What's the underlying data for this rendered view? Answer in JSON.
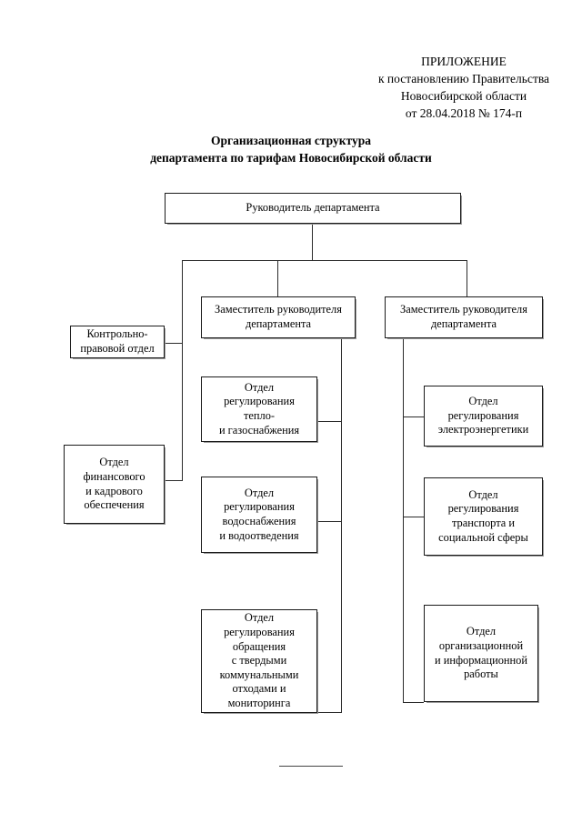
{
  "header": {
    "lines": [
      "ПРИЛОЖЕНИЕ",
      "к постановлению Правительства",
      "Новосибирской области",
      "от 28.04.2018  № 174-п"
    ]
  },
  "title": {
    "line1": "Организационная структура",
    "line2": "департамента по тарифам Новосибирской области"
  },
  "chart_data": {
    "type": "diagram",
    "title": "Организационная структура департамента по тарифам Новосибирской области",
    "nodes": {
      "root": "Руководитель департамента",
      "deputy_left": "Заместитель руководителя департамента",
      "deputy_right": "Заместитель руководителя департамента",
      "left_1": "Контрольно-правовой отдел",
      "left_2": "Отдел финансового и кадрового обеспечения",
      "center_1": "Отдел регулирования тепло- и газоснабжения",
      "center_2": "Отдел регулирования водоснабжения и водоотведения",
      "center_3": "Отдел регулирования обращения с твердыми коммунальными отходами и мониторинга",
      "right_1": "Отдел регулирования электроэнергетики",
      "right_2": "Отдел регулирования транспорта и социальной сферы",
      "right_3": "Отдел организационной и информационной работы"
    },
    "node_lines": {
      "root": [
        "Руководитель департамента"
      ],
      "deputy_left": [
        "Заместитель руководителя",
        "департамента"
      ],
      "deputy_right": [
        "Заместитель руководителя",
        "департамента"
      ],
      "left_1": [
        "Контрольно-",
        "правовой отдел"
      ],
      "left_2": [
        "Отдел",
        "финансового",
        "и кадрового",
        "обеспечения"
      ],
      "center_1": [
        "Отдел",
        "регулирования",
        "тепло-",
        "и газоснабжения"
      ],
      "center_2": [
        "Отдел",
        "регулирования",
        "водоснабжения",
        "и водоотведения"
      ],
      "center_3": [
        "Отдел",
        "регулирования",
        "обращения",
        "с твердыми",
        "коммунальными",
        "отходами и",
        "мониторинга"
      ],
      "right_1": [
        "Отдел",
        "регулирования",
        "электроэнергетики"
      ],
      "right_2": [
        "Отдел",
        "регулирования",
        "транспорта и",
        "социальной сферы"
      ],
      "right_3": [
        "Отдел",
        "организационной",
        "и информационной",
        "работы"
      ]
    },
    "edges": [
      {
        "from": "root",
        "to": "deputy_left"
      },
      {
        "from": "root",
        "to": "deputy_right"
      },
      {
        "from": "root",
        "to": "left_1"
      },
      {
        "from": "root",
        "to": "left_2"
      },
      {
        "from": "deputy_left",
        "to": "center_1"
      },
      {
        "from": "deputy_left",
        "to": "center_2"
      },
      {
        "from": "deputy_left",
        "to": "center_3"
      },
      {
        "from": "deputy_right",
        "to": "right_1"
      },
      {
        "from": "deputy_right",
        "to": "right_2"
      },
      {
        "from": "deputy_right",
        "to": "right_3"
      }
    ],
    "colors": {
      "box_border": "#1a1a1a",
      "box_fill": "#ffffff",
      "connector": "#2b2b2b",
      "shadow": "#9a9a9a",
      "text": "#000000"
    }
  }
}
